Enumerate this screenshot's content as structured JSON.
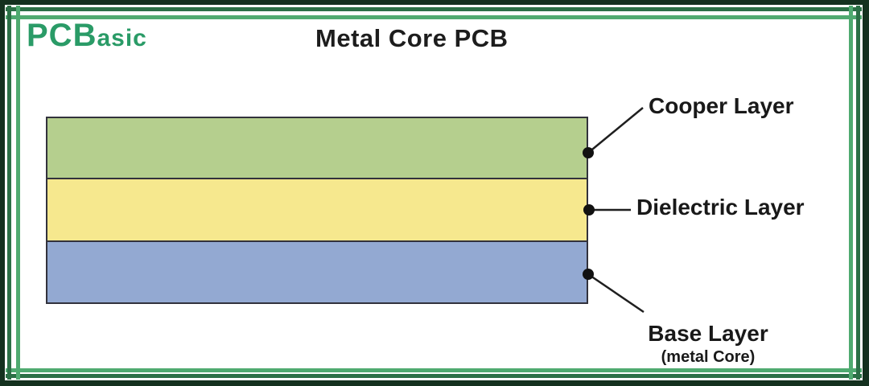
{
  "frame": {
    "outer_color": "#14311f",
    "dark_line_color": "#2b7046",
    "light_line_color": "#4faa70"
  },
  "logo": {
    "prefix": "PCB",
    "suffix": "asic",
    "color": "#2a9b67"
  },
  "title": "Metal Core PCB",
  "diagram": {
    "stack_border_color": "#32323c",
    "connector_color": "#1f1f1f",
    "layers": [
      {
        "id": "copper",
        "label": "Cooper Layer",
        "color": "#b5cf8e"
      },
      {
        "id": "dielectric",
        "label": "Dielectric Layer",
        "color": "#f6e88e"
      },
      {
        "id": "base",
        "label": "Base Layer",
        "sublabel": "(metal Core)",
        "color": "#93a9d2"
      }
    ]
  }
}
